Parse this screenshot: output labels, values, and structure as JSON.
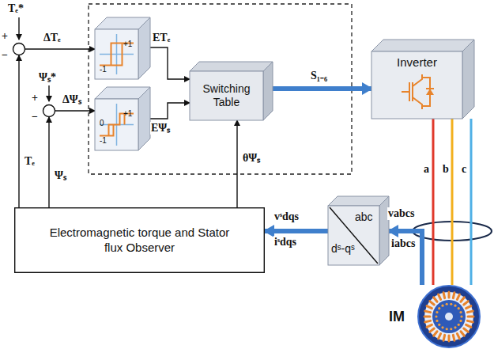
{
  "diagram": {
    "nodes": [
      {
        "text": [
          "+",
          "−"
        ]
      },
      {
        "text": [
          "+1",
          "-1"
        ]
      },
      {
        "text": [
          "+",
          "−"
        ]
      },
      {
        "text": [
          "+1",
          "0",
          "-1"
        ]
      },
      {
        "text": [
          "Switching Table"
        ]
      },
      {
        "text": [
          "Inverter"
        ]
      },
      {
        "text": [
          "Electromagnetic torque and Stator flux Observer"
        ]
      },
      {
        "text": [
          "abc",
          "dˢ-qˢ"
        ]
      },
      {
        "text": [
          "IM"
        ]
      }
    ],
    "edges": [
      {
        "from": 0,
        "to": 1,
        "arrow": "to",
        "label": "ΔTₑ"
      },
      {
        "from": 2,
        "to": 3,
        "arrow": "to",
        "label": "ΔΨₛ"
      },
      {
        "from": 1,
        "to": 4,
        "arrow": "to",
        "label": "ETₑ"
      },
      {
        "from": 3,
        "to": 4,
        "arrow": "to",
        "label": "EΨₛ"
      },
      {
        "from": 4,
        "to": 5,
        "arrow": "to",
        "label": "S₁₋₆"
      },
      {
        "from": 5,
        "to": 8,
        "arrow": "none",
        "label": "a"
      },
      {
        "from": 5,
        "to": 8,
        "arrow": "none",
        "label": "b"
      },
      {
        "from": 5,
        "to": 8,
        "arrow": "none",
        "label": "c"
      },
      {
        "from": 8,
        "to": 7,
        "arrow": "to"
      },
      {
        "from": 7,
        "to": 6,
        "arrow": "to"
      },
      {
        "from": 6,
        "to": 4,
        "arrow": "to",
        "label": "θΨₛ"
      },
      {
        "from": 6,
        "to": 0,
        "arrow": "to",
        "label": "Tₑ"
      },
      {
        "from": 6,
        "to": 2,
        "arrow": "to",
        "label": "Ψₛ"
      }
    ],
    "labels": [
      "Tₑ*",
      "Ψₛ*",
      "vabcs",
      "iabcs",
      "vˢdqs",
      "iˢdqs"
    ]
  }
}
